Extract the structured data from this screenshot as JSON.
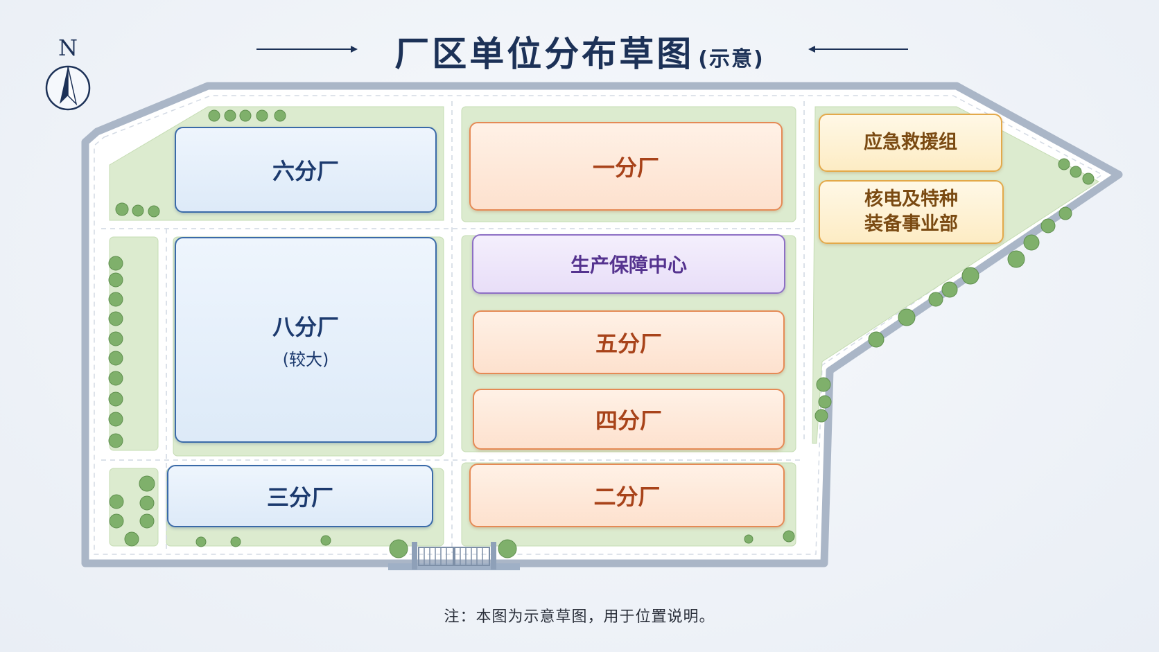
{
  "title": {
    "main": "厂区单位分布草图",
    "sub": "(示意)"
  },
  "compass": {
    "label": "N"
  },
  "units": {
    "liu": "六分厂",
    "yi": "一分厂",
    "ba": "八分厂",
    "ba_sub": "(较大)",
    "shengchan": "生产保障中心",
    "wu": "五分厂",
    "si": "四分厂",
    "san": "三分厂",
    "er": "二分厂",
    "yingji": "应急救援组",
    "hedian_line1": "核电及特种",
    "hedian_line2": "装备事业部"
  },
  "note": "注：本图为示意草图，用于位置说明。",
  "colors": {
    "workshop_blue": "#3a6aa8",
    "workshop_orange": "#e58a55",
    "support_purple": "#8d6fc4",
    "special_yellow": "#e3a94a",
    "green_area": "#dcebcf",
    "title_navy": "#1c3157"
  }
}
